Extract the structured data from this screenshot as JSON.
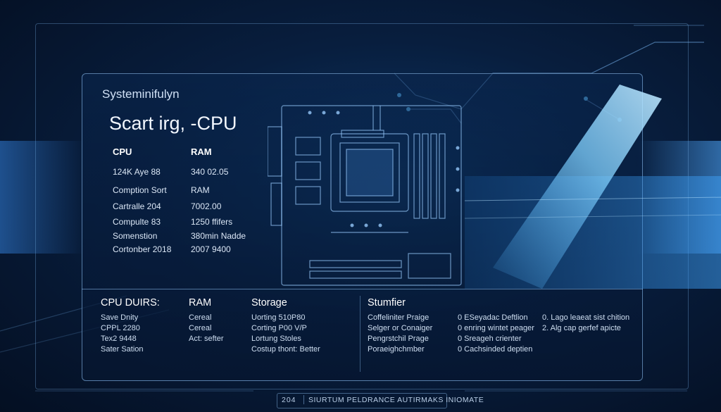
{
  "window": {
    "title": "Systeminifulyn",
    "headline": "Scart irg, -CPU"
  },
  "specs": {
    "cpu_header": "CPU",
    "ram_header": "RAM",
    "cpu_rows": [
      "124K Aye 88",
      "Comption Sort",
      "Cartralle 204",
      "Compulte 83",
      "Somenstion",
      "Cortonber 2018"
    ],
    "ram_rows": [
      "340 02.05",
      "RAM",
      "7002.00",
      "1250 ffifers",
      "380min Nadde",
      "2007 9400"
    ]
  },
  "bottom": {
    "columns": [
      {
        "header": "CPU DUIRS:",
        "items": [
          "Save Dnity",
          "CPPL 2280",
          "Tex2 9448",
          "Sater Sation"
        ]
      },
      {
        "header": "RAM",
        "items": [
          "Cereal",
          "Cereal",
          "Act: sefter"
        ]
      },
      {
        "header": "Storage",
        "items": [
          "Uorting 510P80",
          "Corting P00 V/P",
          "Lortung Stoles",
          "Costup thont: Better"
        ]
      },
      {
        "header": "Stumfier",
        "items": [
          "Coffeliniter Praige",
          "Selger or Conaiger",
          "Pengrstchil Prage",
          "Poraeighchmber"
        ]
      }
    ],
    "list_a": [
      "0 ESeyadac Deftlion",
      "0 enring wintet peager",
      "0 Sreageh crienter",
      "0 Cachsinded deptien"
    ],
    "list_b": [
      "0. Lago leaeat sist chition",
      "2. Alg cap gerfef apicte"
    ]
  },
  "footer": {
    "number": "204",
    "text": "SIURTUM PELDRANCE AUTIRMAKS INIOMATE"
  },
  "colors": {
    "background": "#081e3e",
    "accent": "#4fb4ff",
    "line": "#8cbef0"
  }
}
